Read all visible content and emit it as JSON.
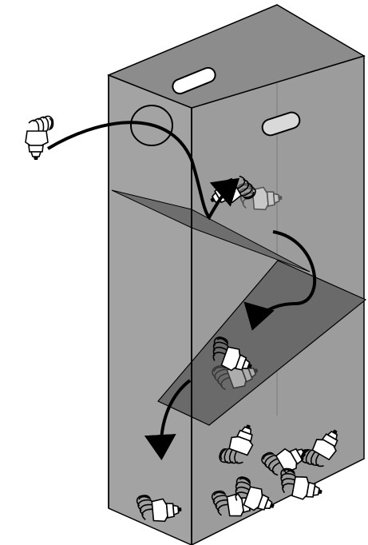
{
  "diagram": {
    "colors": {
      "background": "#ffffff",
      "box_fill": "#9a9a9a",
      "box_side_fill": "#a6a6a6",
      "box_top_fill": "#8f8f8f",
      "outline": "#000000",
      "ramp_fill": "#666666",
      "shelf_fill": "#7f7f7f",
      "bulb_fill": "#ffffff",
      "bulb_shadow": "#6f6f6f",
      "arrow": "#000000"
    },
    "icons": {
      "bulb": "cfl-bulb-icon",
      "arrow": "curved-arrow-icon",
      "handle": "handle-slot-icon",
      "slot": "drop-slot-circle"
    },
    "flow_steps": [
      "insert-bulb-through-slot",
      "bulb-rolls-down-shelf",
      "bulb-slides-down-ramp",
      "bulb-falls-to-bottom"
    ]
  }
}
